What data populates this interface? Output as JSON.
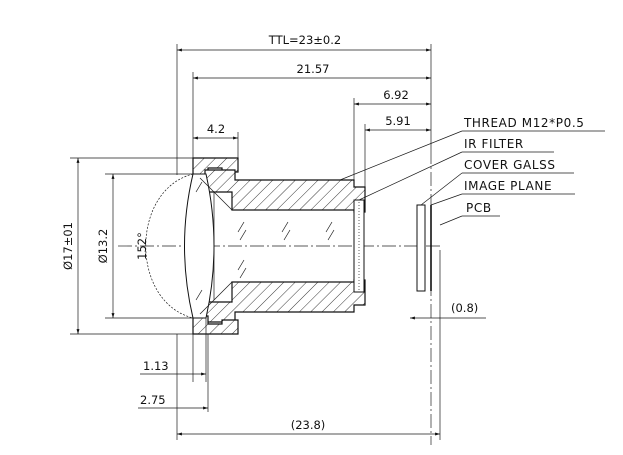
{
  "dimensions": {
    "ttl": "TTL=23±0.2",
    "d_21_57": "21.57",
    "d_6_92": "6.92",
    "d_5_91": "5.91",
    "d_4_2": "4.2",
    "d_1_13": "1.13",
    "d_2_75": "2.75",
    "d_23_8": "(23.8)",
    "d_0_8": "(0.8)",
    "dia_17": "Ø17±01",
    "dia_13_2": "Ø13.2",
    "fov": "152°"
  },
  "callouts": {
    "thread": "THREAD M12*P0.5",
    "ir_filter": "IR FILTER",
    "cover_glass": "COVER GALSS",
    "image_plane": "IMAGE PLANE",
    "pcb": "PCB"
  }
}
